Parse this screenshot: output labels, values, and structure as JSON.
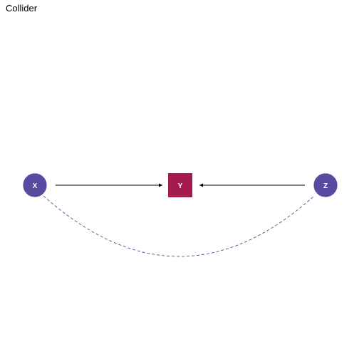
{
  "title": "Collider",
  "colors": {
    "exposure": "#574aa1",
    "outcome": "#a61b4d",
    "edge": "#000000",
    "association": "#3a3a8c",
    "label": "#ffffff",
    "background": "#ffffff"
  },
  "nodes": [
    {
      "id": "X",
      "label": "X",
      "shape": "circle",
      "role": "exposure"
    },
    {
      "id": "Y",
      "label": "Y",
      "shape": "square",
      "role": "outcome"
    },
    {
      "id": "Z",
      "label": "Z",
      "shape": "circle",
      "role": "exposure"
    }
  ],
  "edges": [
    {
      "from": "X",
      "to": "Y",
      "style": "solid",
      "directed": true
    },
    {
      "from": "Z",
      "to": "Y",
      "style": "solid",
      "directed": true
    },
    {
      "from": "X",
      "to": "Z",
      "style": "dashed",
      "directed": false
    }
  ]
}
